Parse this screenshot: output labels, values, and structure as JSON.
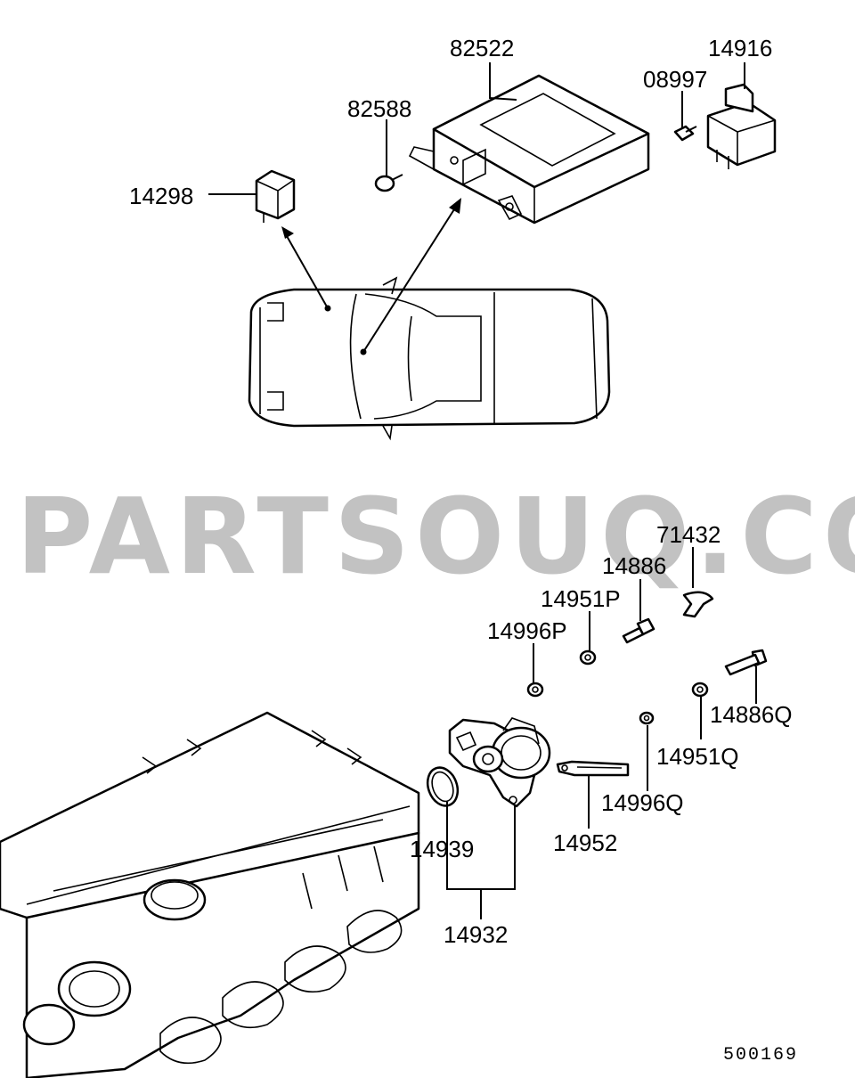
{
  "watermark": "PARTSOUQ.COM",
  "diagram_code": "500169",
  "labels": {
    "p82522": "82522",
    "p14916": "14916",
    "p08997": "08997",
    "p82588": "82588",
    "p14298": "14298",
    "p71432": "71432",
    "p14886": "14886",
    "p14951P": "14951P",
    "p14996P": "14996P",
    "p14886Q": "14886Q",
    "p14951Q": "14951Q",
    "p14996Q": "14996Q",
    "p14952": "14952",
    "p14939": "14939",
    "p14932": "14932"
  }
}
